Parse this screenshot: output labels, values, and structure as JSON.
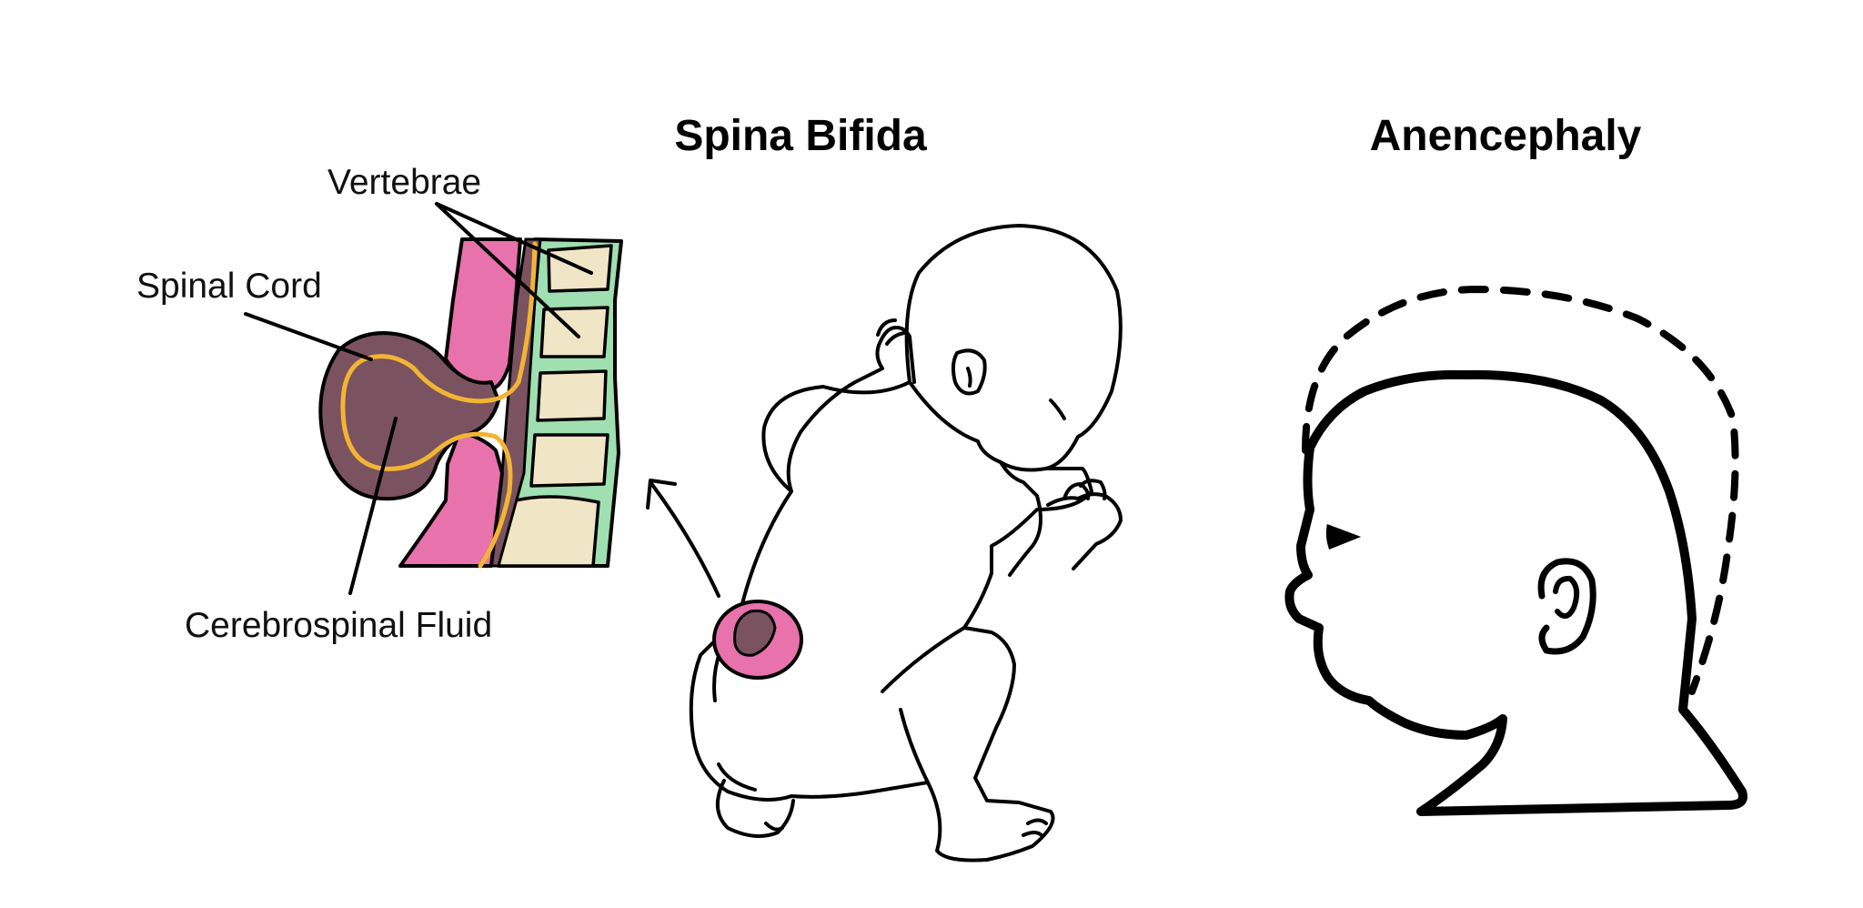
{
  "titles": {
    "spina_bifida": "Spina Bifida",
    "anencephaly": "Anencephaly"
  },
  "labels": {
    "vertebrae": "Vertebrae",
    "spinal_cord": "Spinal Cord",
    "cerebrospinal_fluid": "Cerebrospinal Fluid"
  },
  "colors": {
    "csf_sac": "#7a5260",
    "meninges": "#e872ab",
    "spinal_cord": "#f2b533",
    "bone": "#f0e6c6",
    "disc": "#9fdfb2",
    "ink": "#000000",
    "background": "#ffffff"
  }
}
